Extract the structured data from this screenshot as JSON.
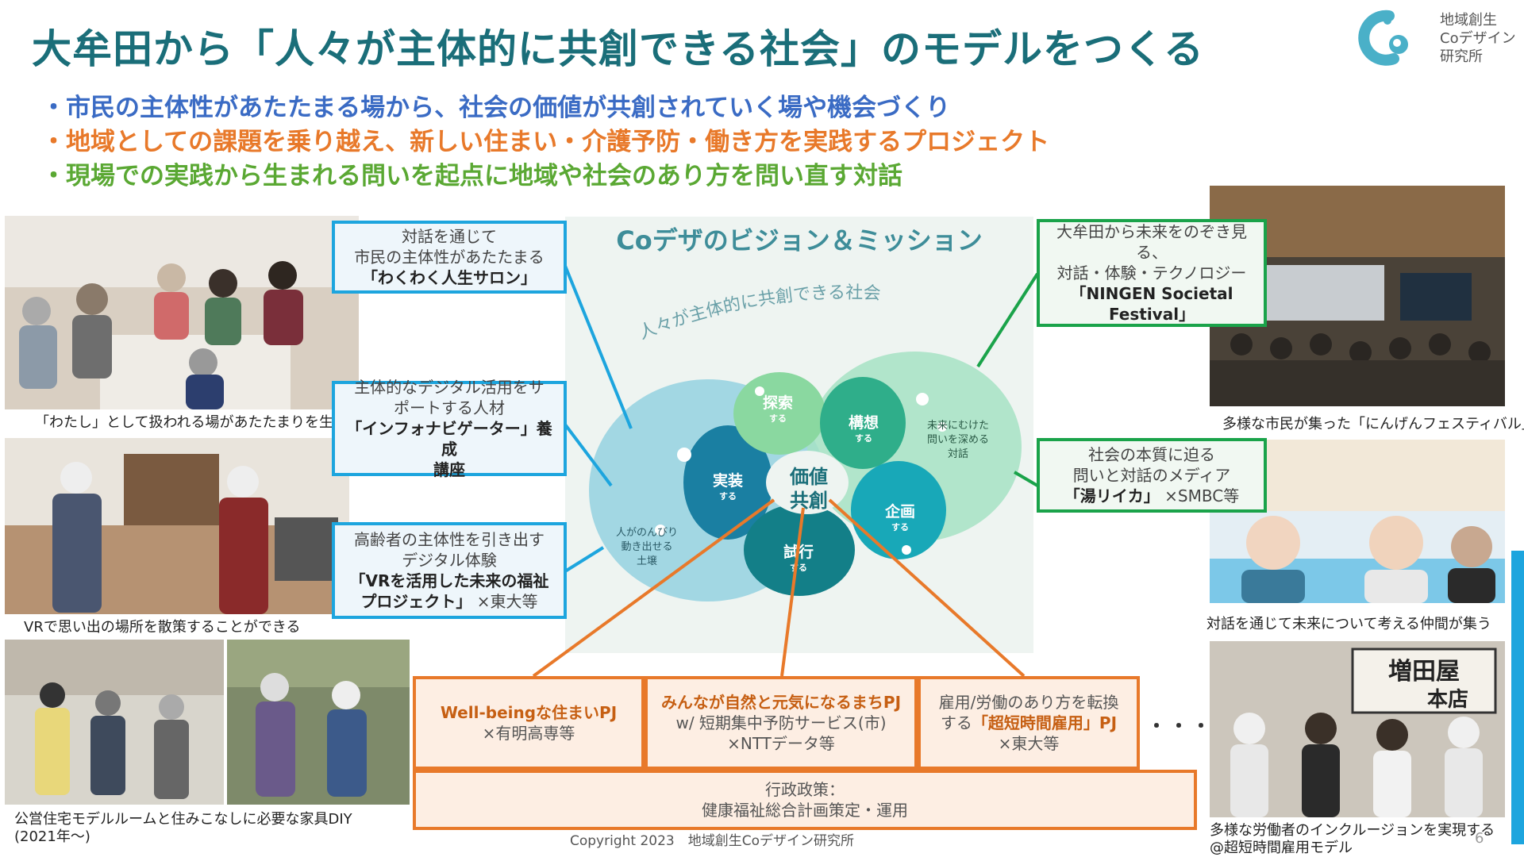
{
  "title": "大牟田から「人々が主体的に共創できる社会」のモデルをつくる",
  "bullets": [
    "・市民の主体性があたたまる場から、社会の価値が共創されていく場や機会づくり",
    "・地域としての課題を乗り越え、新しい住まい・介護予防・働き方を実践するプロジェクト",
    "・現場での実践から生まれる問いを起点に地域や社会のあり方を問い直す対話"
  ],
  "logo": {
    "line1": "地域創生",
    "line2": "Coデザイン",
    "line3": "研究所"
  },
  "left_captions": {
    "c1": "「わたし」として扱われる場があたたまりを生む",
    "c2": "VRで思い出の場所を散策することができる",
    "c3a": "公営住宅モデルルームと住みこなしに必要な家具DIY",
    "c3b": "(2021年〜)"
  },
  "right_captions": {
    "c1": "多様な市民が集った「にんげんフェスティバル」",
    "c2": "対話を通じて未来について考える仲間が集う",
    "c3a": "多様な労働者のインクルージョンを実現する",
    "c3b": "@超短時間雇用モデル"
  },
  "blue_boxes": [
    {
      "l1": "対話を通じて",
      "l2": "市民の主体性があたたまる",
      "strong": "「わくわく人生サロン」"
    },
    {
      "l1": "主体的なデジタル活用をサ",
      "l2": "ポートする人材",
      "strong1": "「インフォナビゲーター」養成",
      "strong2": "講座"
    },
    {
      "l1": "高齢者の主体性を引き出す",
      "l2": "デジタル体験",
      "strong1": "「VRを活用した未来の福祉",
      "strong2": "プロジェクト」",
      "suffix": "×東大等"
    }
  ],
  "green_boxes": [
    {
      "l1": "大牟田から未来をのぞき見る、",
      "l2": "対話・体験・テクノロジー",
      "strong1": "「NINGEN Societal",
      "strong2": "Festival」"
    },
    {
      "l1": "社会の本質に迫る",
      "l2": "問いと対話のメディア",
      "strong": "「湯リイカ」",
      "suffix": "×SMBC等"
    }
  ],
  "center": {
    "title": "Coデザのビジョン＆ミッション",
    "arc_text": "人々が主体的に共創できる社会",
    "core1": "価値",
    "core2": "共創",
    "blobs": {
      "tansaku": "探索",
      "tansaku_s": "する",
      "kousou": "構想",
      "kousou_s": "する",
      "jissou": "実装",
      "jissou_s": "する",
      "kikaku": "企画",
      "kikaku_s": "する",
      "shikou": "試行",
      "shikou_s": "する"
    },
    "side_left": [
      "人がのんびり",
      "動き出せる",
      "土壌"
    ],
    "side_right": [
      "未来にむけた",
      "問いを深める",
      "対話"
    ]
  },
  "orange_boxes": [
    {
      "strong": "Well-beingな住まいPJ",
      "l2": "×有明高専等"
    },
    {
      "strong": "みんなが自然と元気になるまちPJ",
      "l2": "w/ 短期集中予防サービス(市)",
      "l3": "×NTTデータ等"
    },
    {
      "l1a": "雇用/労働のあり方を転換",
      "l2a": "する",
      "strong": "「超短時間雇用」PJ",
      "l3": "×東大等"
    }
  ],
  "policy": {
    "l1": "行政政策：",
    "l2": "健康福祉総合計画策定・運用"
  },
  "ellipsis": "・・・",
  "copyright": "Copyright 2023　地域創生Coデザイン研究所",
  "page_number": "6",
  "colors": {
    "title": "#1a6e79",
    "blue": "#1da5de",
    "green": "#1aa34a",
    "orange": "#e8792a"
  },
  "icons": {
    "logo": "logo-mark-icon"
  }
}
